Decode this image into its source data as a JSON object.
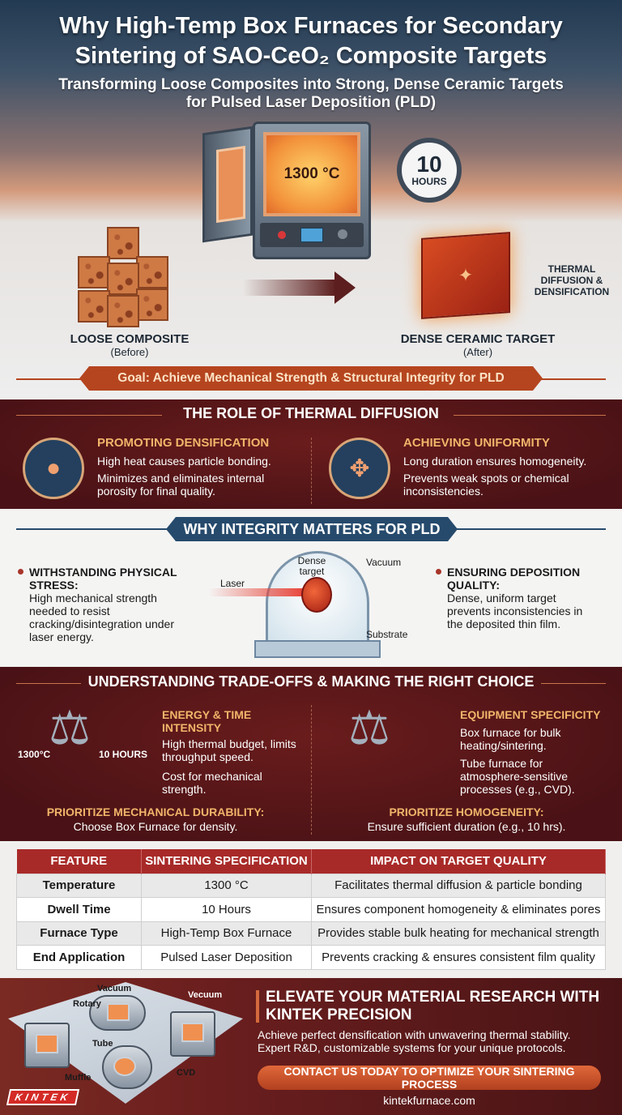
{
  "header": {
    "title_line1": "Why High-Temp Box Furnaces for Secondary",
    "title_line2": "Sintering of SAO-CeO₂ Composite Targets",
    "subtitle_line1": "Transforming Loose Composites into Strong, Dense Ceramic Targets",
    "subtitle_line2": "for Pulsed Laser Deposition (PLD)"
  },
  "hero": {
    "furnace_temp": "1300 °C",
    "clock_value": "10",
    "clock_unit": "HOURS",
    "before_label": "LOOSE COMPOSITE",
    "before_sub": "(Before)",
    "after_label": "DENSE CERAMIC TARGET",
    "after_sub": "(After)",
    "thermal_note_1": "THERMAL",
    "thermal_note_2": "DIFFUSION &",
    "thermal_note_3": "DENSIFICATION",
    "goal": "Goal: Achieve Mechanical Strength & Structural Integrity for PLD"
  },
  "thermal_diffusion": {
    "heading": "THE ROLE OF THERMAL DIFFUSION",
    "left": {
      "icon": "particles-icon",
      "title": "PROMOTING DENSIFICATION",
      "text1": "High heat causes particle bonding.",
      "text2": "Minimizes and eliminates internal porosity for final quality."
    },
    "right": {
      "icon": "radiating-arrows-icon",
      "title": "ACHIEVING UNIFORMITY",
      "text1": "Long duration ensures homogeneity.",
      "text2": "Prevents weak spots or chemical inconsistencies."
    }
  },
  "pld": {
    "heading": "WHY INTEGRITY MATTERS FOR PLD",
    "left": {
      "title": "WITHSTANDING PHYSICAL STRESS:",
      "text": "High mechanical strength needed to resist cracking/disintegration under laser energy."
    },
    "right": {
      "title": "ENSURING DEPOSITION QUALITY:",
      "text": "Dense, uniform target prevents inconsistencies in the deposited thin film."
    },
    "diagram": {
      "laser": "Laser",
      "target_1": "Dense",
      "target_2": "target",
      "vacuum": "Vacuum",
      "substrate": "Substrate"
    }
  },
  "tradeoffs": {
    "heading": "UNDERSTANDING TRADE-OFFS & MAKING THE RIGHT CHOICE",
    "left": {
      "scale_left": "1300°C",
      "scale_right": "10 HOURS",
      "title": "ENERGY & TIME INTENSITY",
      "text1": "High thermal budget, limits throughput speed.",
      "text2": "Cost for mechanical strength.",
      "priority_title": "PRIORITIZE MECHANICAL DURABILITY:",
      "priority_text": "Choose Box Furnace for density."
    },
    "right": {
      "title": "EQUIPMENT SPECIFICITY",
      "text1": "Box furnace for bulk heating/sintering.",
      "text2": "Tube furnace for atmosphere-sensitive processes (e.g., CVD).",
      "priority_title": "PRIORITIZE HOMOGENEITY:",
      "priority_text": "Ensure sufficient duration (e.g., 10 hrs)."
    }
  },
  "table": {
    "headers": [
      "FEATURE",
      "SINTERING SPECIFICATION",
      "IMPACT ON TARGET QUALITY"
    ],
    "rows": [
      [
        "Temperature",
        "1300 °C",
        "Facilitates thermal diffusion & particle bonding"
      ],
      [
        "Dwell Time",
        "10 Hours",
        "Ensures component homogeneity & eliminates pores"
      ],
      [
        "Furnace Type",
        "High-Temp Box Furnace",
        "Provides stable bulk heating for mechanical strength"
      ],
      [
        "End Application",
        "Pulsed Laser Deposition",
        "Prevents cracking & ensures consistent film quality"
      ]
    ]
  },
  "cta": {
    "furnace_labels": [
      "Vacuum",
      "Rotary",
      "Vecuum",
      "Tube",
      "Muffle",
      "CVD"
    ],
    "logo": "KINTEK",
    "title": "ELEVATE YOUR MATERIAL RESEARCH WITH KINTEK PRECISION",
    "text1": "Achieve perfect densification with unwavering thermal stability.",
    "text2": "Expert R&D, customizable systems for your unique protocols.",
    "button": "CONTACT US TODAY TO OPTIMIZE YOUR SINTERING PROCESS",
    "url": "kintekfurnace.com"
  },
  "colors": {
    "maroon": "#4a1216",
    "accent_orange": "#b5451f",
    "gold": "#f1b56a",
    "navy": "#264a6c",
    "table_header": "#a82a28"
  }
}
